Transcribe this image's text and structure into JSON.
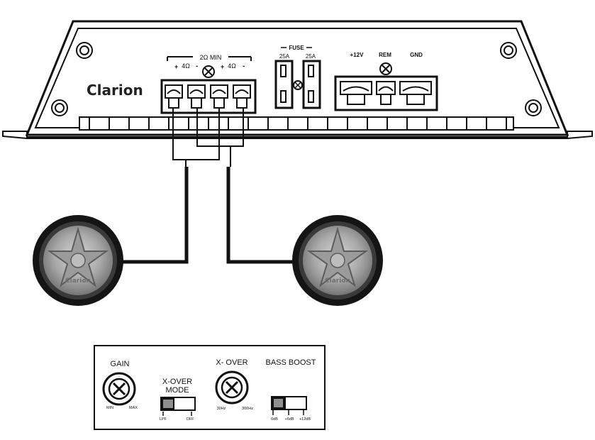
{
  "amplifier": {
    "brand": "Clarion",
    "impedance_label": "2Ω MIN",
    "channel_left": "4Ω",
    "channel_right": "4Ω",
    "plus_left": "+",
    "minus_left": "-",
    "plus_right": "+",
    "minus_right": "-",
    "fuse_label": "FUSE",
    "fuse_1": "25A",
    "fuse_2": "25A",
    "power_plus12v": "+12V",
    "power_rem": "REM",
    "power_gnd": "GND"
  },
  "speakers": {
    "left_logo": "Clarion",
    "right_logo": "Clarion"
  },
  "control_panel": {
    "gain_label": "GAIN",
    "gain_min": "MIN",
    "gain_max": "MAX",
    "xover_mode_line1": "X-OVER",
    "xover_mode_line2": "MODE",
    "mode_lpf": "LPF",
    "mode_off": "OFF",
    "xover_label": "X- OVER",
    "xover_low": "30Hz",
    "xover_high": "300Hz",
    "bass_boost_label": "BASS BOOST",
    "boost_0": "0dB",
    "boost_6": "+6dB",
    "boost_12": "+12dB"
  }
}
